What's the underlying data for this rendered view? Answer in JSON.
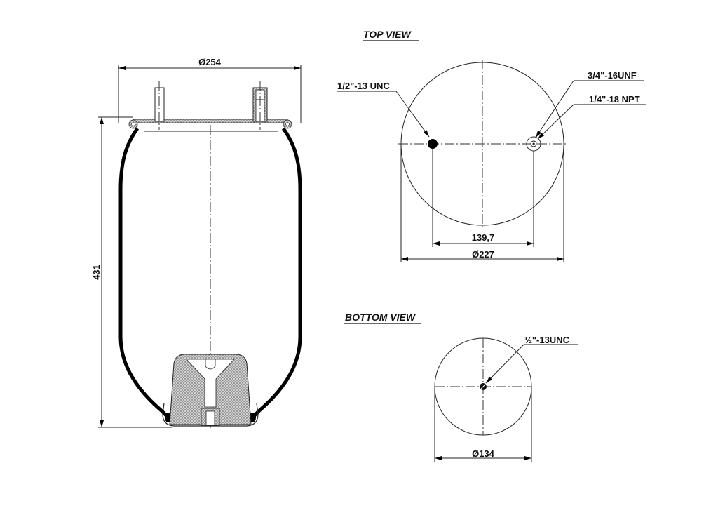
{
  "side_view": {
    "diameter_label": "Ø254",
    "height_label": "431"
  },
  "top_view": {
    "title": "TOP VIEW",
    "callouts": [
      {
        "label": "1/2\"-13 UNC"
      },
      {
        "label": "3/4\"-16UNF"
      },
      {
        "label": "1/4\"-18 NPT"
      }
    ],
    "bolt_spacing_label": "139,7",
    "diameter_label": "Ø227"
  },
  "bottom_view": {
    "title": "BOTTOM VIEW",
    "callout_fraction": "½",
    "callout_label": "\"-13UNC",
    "diameter_label": "Ø134"
  },
  "colors": {
    "line": "#000000",
    "hatch": "#8a8a8a",
    "background": "#ffffff"
  }
}
